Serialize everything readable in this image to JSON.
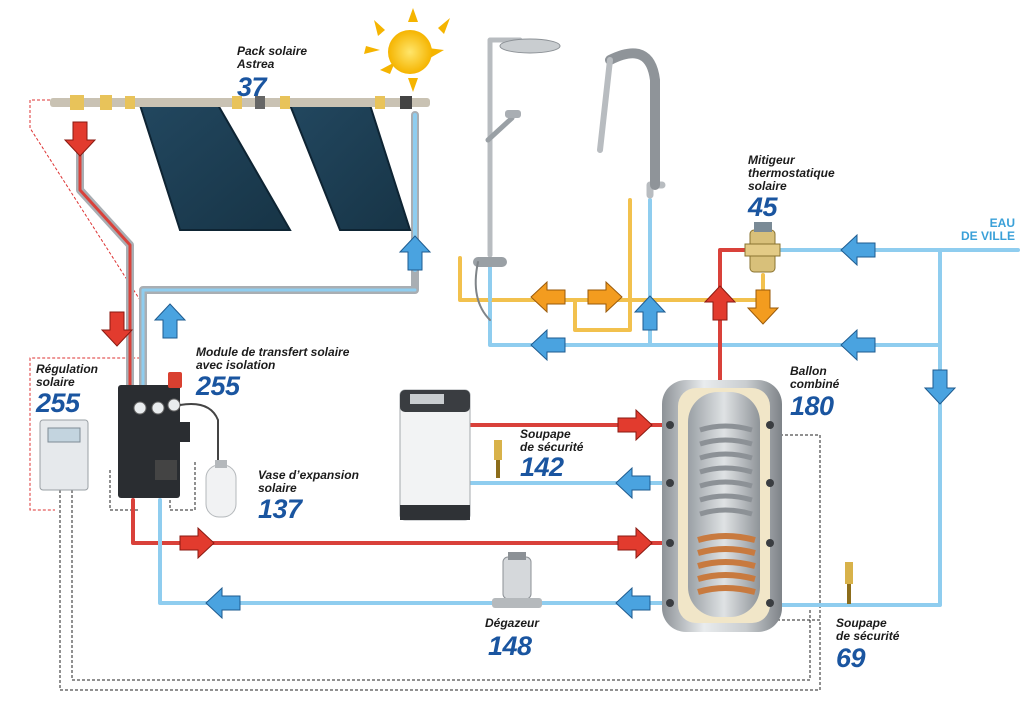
{
  "colors": {
    "cold_pipe": "#8fcdef",
    "hot_pipe": "#d9413a",
    "warm_pipe": "#f2c14e",
    "grey_pipe": "#a9aeb3",
    "number_blue": "#1a55a0",
    "arrow_blue": "#4aa3e0",
    "arrow_red": "#e23b2e",
    "arrow_orange": "#f39c1f",
    "panel": "#1d3f55",
    "coil_copper": "#c87a3f",
    "coil_steel": "#8c9196"
  },
  "components": {
    "pack_solaire": {
      "label": "Pack solaire\nAstrea",
      "number": "37"
    },
    "mitigeur": {
      "label": "Mitigeur\nthermostatique\nsolaire",
      "number": "45"
    },
    "eau_de_ville": {
      "label": "EAU\nDE VILLE"
    },
    "regulation": {
      "label": "Régulation\nsolaire",
      "number": "255"
    },
    "module_transfert": {
      "label": "Module de transfert solaire\navec isolation",
      "number": "255"
    },
    "ballon": {
      "label": "Ballon\ncombiné",
      "number": "180"
    },
    "soupape_chaudiere": {
      "label": "Soupape\nde sécurité",
      "number": "142"
    },
    "vase_expansion": {
      "label": "Vase d’expansion\nsolaire",
      "number": "137"
    },
    "degazeur": {
      "label": "Dégazeur",
      "number": "148"
    },
    "soupape_ballon": {
      "label": "Soupape\nde sécurité",
      "number": "69"
    }
  }
}
